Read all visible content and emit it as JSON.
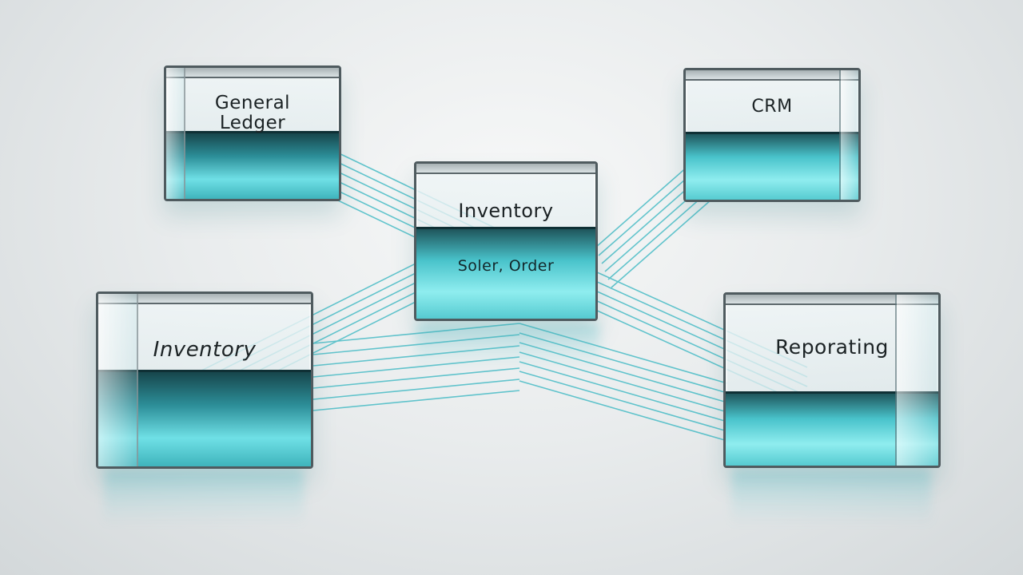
{
  "modules": {
    "general_ledger": {
      "label_line1": "General",
      "label_line2": "Ledger"
    },
    "crm": {
      "label": "CRM"
    },
    "center_inventory": {
      "title": "Inventory",
      "subtitle": "Soler, Order"
    },
    "left_inventory": {
      "label": "Inventory"
    },
    "reporting": {
      "label": "Reporating"
    }
  },
  "colors": {
    "accent_cyan": "#5fd6de",
    "glass_edge": "#4f5b5f",
    "liquid_dark": "#17464c",
    "connector": "#49bcc6"
  }
}
